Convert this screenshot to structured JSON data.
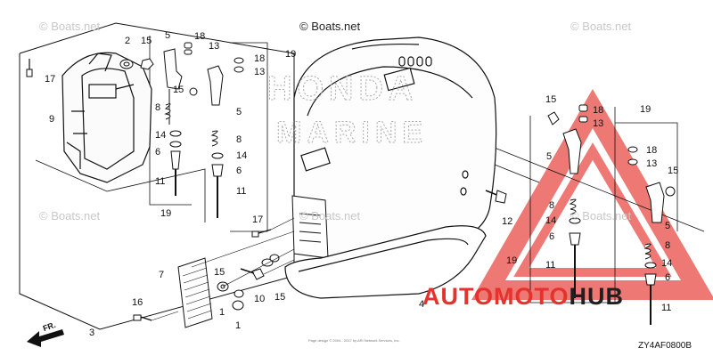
{
  "watermarks": {
    "top": "© Boats.net",
    "left_top": "© Boats.net",
    "right_top": "© Boats.net",
    "left_mid": "© Boats.net",
    "center_mid": "© Boats.net",
    "right_mid": "© Boats.net"
  },
  "cover_lettering": {
    "line1": "HONDA",
    "line2": "MARINE"
  },
  "diagram_code": "ZY4AF0800B",
  "direction_label": "FR.",
  "brand_logo": {
    "part1": "AUTOMOTO",
    "part2": "HUB"
  },
  "fine_print": "Page design ©  2004 - 2017 by ARI Network Services, Inc.",
  "callouts": {
    "c2": "2",
    "c15a": "15",
    "c17a": "17",
    "c9": "9",
    "c5a": "5",
    "c18a": "18",
    "c13a": "13",
    "c15b": "15",
    "c8a": "8",
    "c14a": "14",
    "c6a": "6",
    "c11a": "11",
    "c19a": "19",
    "c18b": "18",
    "c13b": "13",
    "c19b": "19",
    "c5b": "5",
    "c8b": "8",
    "c14b": "14",
    "c6b": "6",
    "c11b": "11",
    "c17b": "17",
    "c7": "7",
    "c15c": "15",
    "c1a": "1",
    "c10": "10",
    "c15d": "15",
    "c1b": "1",
    "c16": "16",
    "c3": "3",
    "c4": "4",
    "c12": "12",
    "c15e": "15",
    "c18c": "18",
    "c13c": "13",
    "c5c": "5",
    "c8c": "8",
    "c14c": "14",
    "c6c": "6",
    "c19c": "19",
    "c11c": "11",
    "c19d": "19",
    "c18d": "18",
    "c13d": "13",
    "c15f": "15",
    "c5d": "5",
    "c8d": "8",
    "c14d": "14",
    "c6d": "6",
    "c11d": "11"
  },
  "colors": {
    "brand_red": "#e5322d",
    "brand_dark": "#1f1f1f",
    "line": "#111111",
    "watermark": "#c8c8c8"
  }
}
